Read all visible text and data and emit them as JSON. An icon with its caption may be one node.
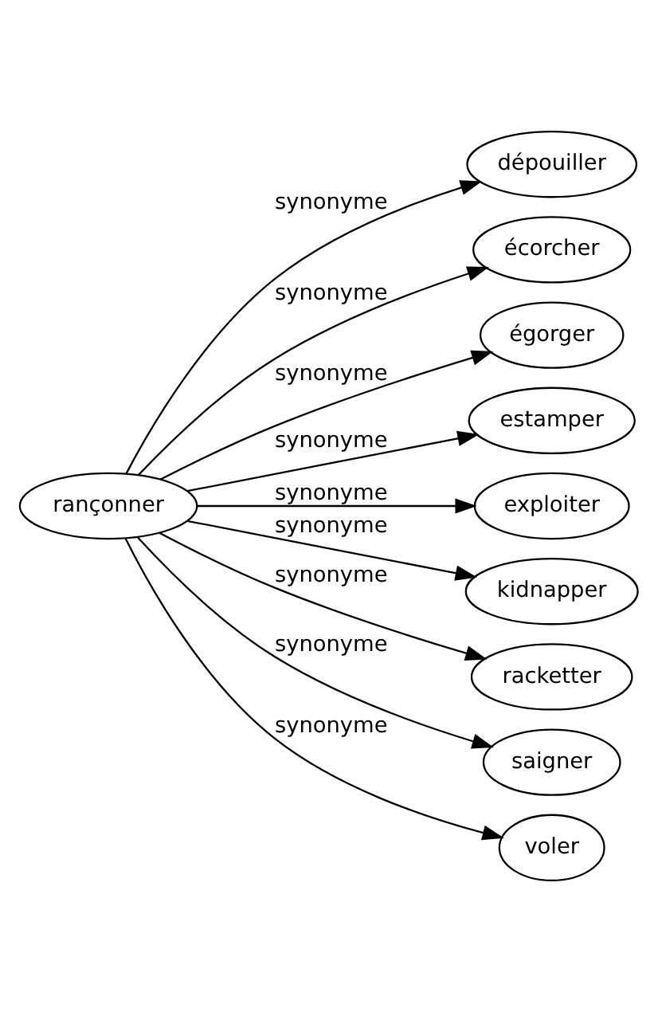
{
  "diagram": {
    "nodes": [
      {
        "text": [
          "rançonner"
        ]
      },
      {
        "text": [
          "dépouiller"
        ]
      },
      {
        "text": [
          "écorcher"
        ]
      },
      {
        "text": [
          "égorger"
        ]
      },
      {
        "text": [
          "estamper"
        ]
      },
      {
        "text": [
          "exploiter"
        ]
      },
      {
        "text": [
          "kidnapper"
        ]
      },
      {
        "text": [
          "racketter"
        ]
      },
      {
        "text": [
          "saigner"
        ]
      },
      {
        "text": [
          "voler"
        ]
      }
    ],
    "edges": [
      {
        "from": 0,
        "to": 1,
        "arrow": "to",
        "label": "synonyme"
      },
      {
        "from": 0,
        "to": 2,
        "arrow": "to",
        "label": "synonyme"
      },
      {
        "from": 0,
        "to": 3,
        "arrow": "to",
        "label": "synonyme"
      },
      {
        "from": 0,
        "to": 4,
        "arrow": "to",
        "label": "synonyme"
      },
      {
        "from": 0,
        "to": 5,
        "arrow": "to",
        "label": "synonyme"
      },
      {
        "from": 0,
        "to": 6,
        "arrow": "to",
        "label": "synonyme"
      },
      {
        "from": 0,
        "to": 7,
        "arrow": "to",
        "label": "synonyme"
      },
      {
        "from": 0,
        "to": 8,
        "arrow": "to",
        "label": "synonyme"
      },
      {
        "from": 0,
        "to": 9,
        "arrow": "to",
        "label": "synonyme"
      }
    ]
  }
}
